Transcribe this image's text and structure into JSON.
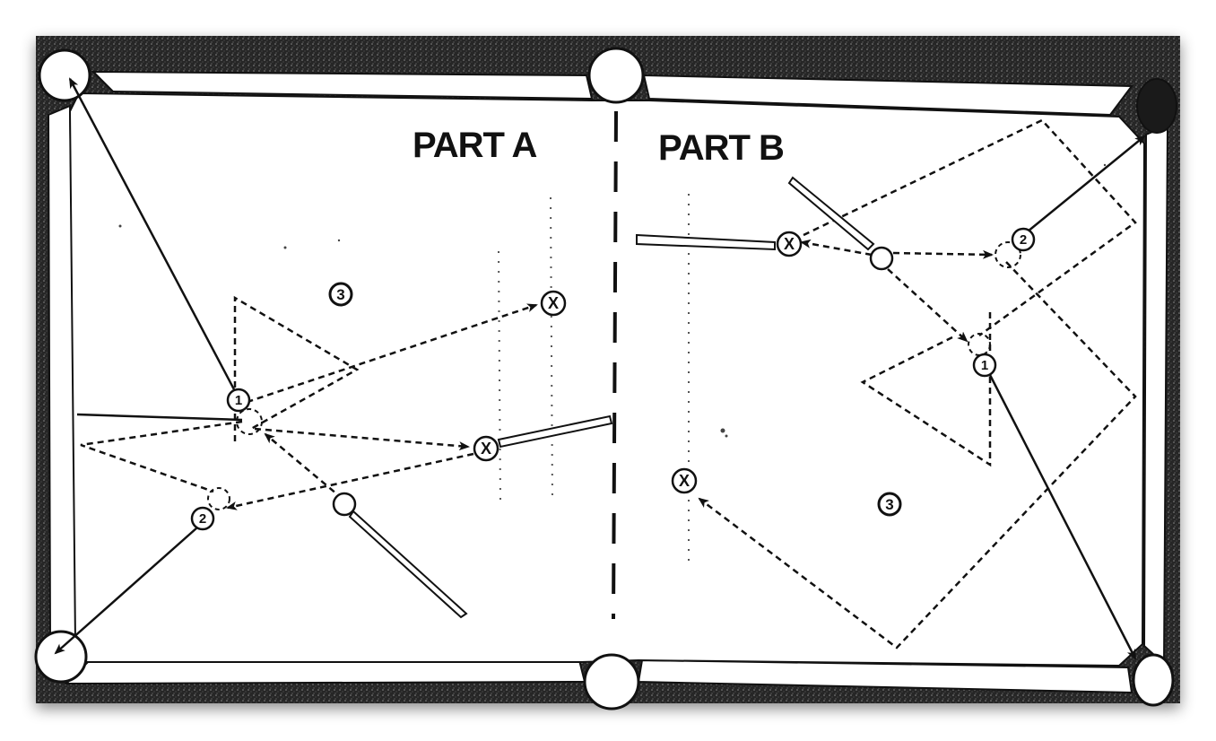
{
  "labels": {
    "part_a": "PART A",
    "part_b": "PART B"
  },
  "part_a": {
    "ball_1": "1",
    "ball_2": "2",
    "ball_3": "3",
    "target_x1": "X",
    "target_x2": "X"
  },
  "part_b": {
    "ball_1": "1",
    "ball_2": "2",
    "ball_3": "3",
    "target_x1": "X",
    "target_x2": "X"
  },
  "colors": {
    "ink": "#111111",
    "felt": "#ffffff",
    "rail": "#2a2a2a"
  }
}
